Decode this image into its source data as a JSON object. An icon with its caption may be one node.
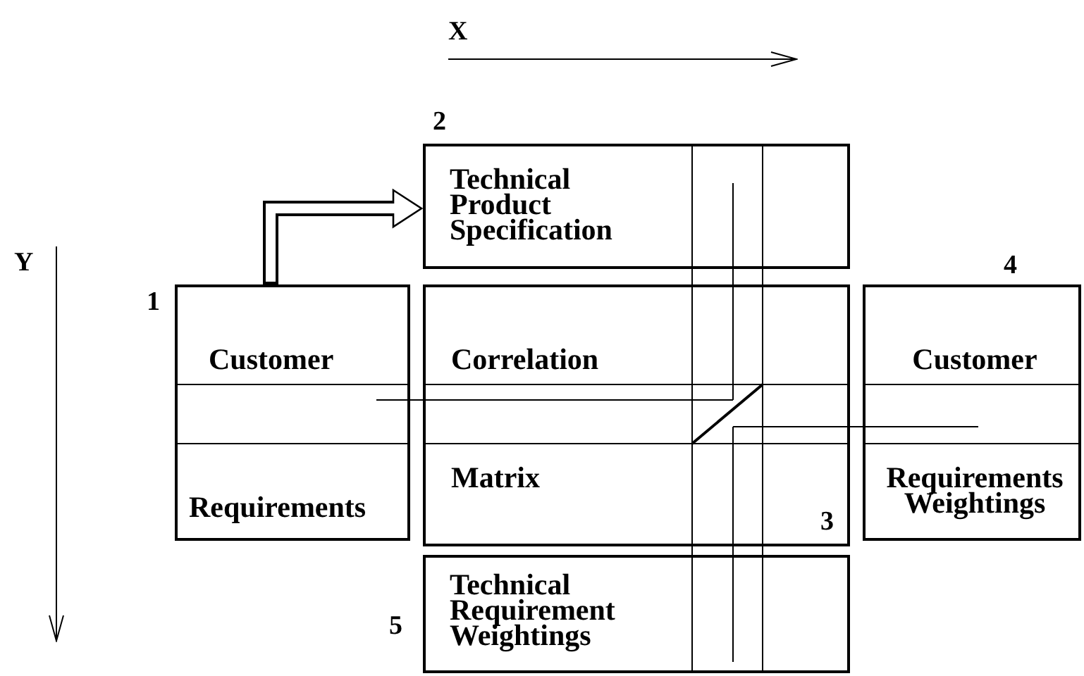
{
  "diagram": {
    "nodes": [
      {
        "text": [
          "Customer",
          "Requirements"
        ],
        "beside": [
          "1"
        ]
      },
      {
        "text": [
          "Technical Product Specification"
        ],
        "beside": [
          "2"
        ]
      },
      {
        "text": [
          "Correlation",
          "Matrix",
          "3"
        ]
      },
      {
        "text": [
          "Customer",
          "Requirements Weightings"
        ],
        "beside": [
          "4"
        ]
      },
      {
        "text": [
          "Technical Requirement Weightings"
        ],
        "beside": [
          "5"
        ]
      }
    ],
    "edges": [
      {
        "from": 0,
        "to": 1,
        "arrow": "to"
      }
    ],
    "labels": [
      "X",
      "Y"
    ]
  }
}
